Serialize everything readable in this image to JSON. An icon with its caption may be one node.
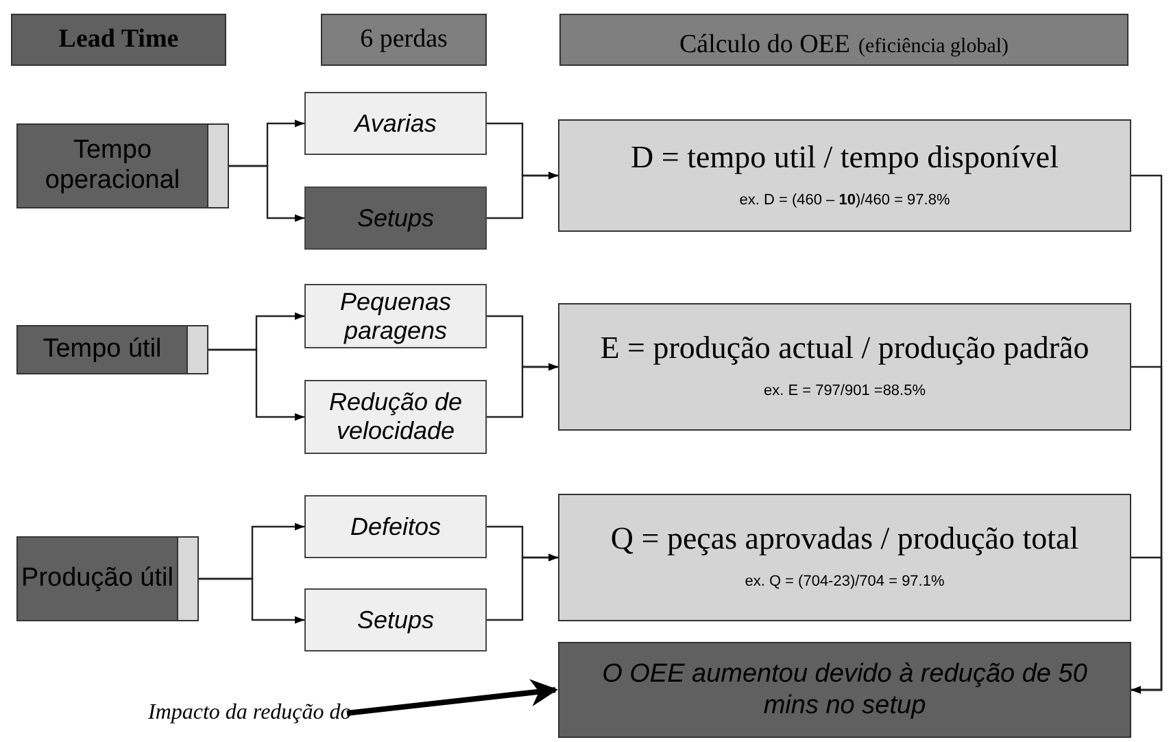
{
  "diagram": {
    "nodes": [
      {
        "text": [
          "Lead Time"
        ]
      },
      {
        "text": [
          "6 perdas"
        ]
      },
      {
        "text": [
          "Cálculo do OEE",
          "(eficiência global)"
        ]
      },
      {
        "text": [
          "Tempo operacional"
        ]
      },
      {
        "text": [
          "Avarias"
        ]
      },
      {
        "text": [
          "Setups"
        ]
      },
      {
        "text": [
          "D = tempo util / tempo disponível",
          "ex. D = (460 – **10**)/460 = 97.8%"
        ]
      },
      {
        "text": [
          "Tempo útil"
        ]
      },
      {
        "text": [
          "Pequenas paragens"
        ]
      },
      {
        "text": [
          "Redução de velocidade"
        ]
      },
      {
        "text": [
          "E = produção actual / produção padrão",
          "ex. E = 797/901 =88.5%"
        ]
      },
      {
        "text": [
          "Produção útil"
        ]
      },
      {
        "text": [
          "Defeitos"
        ]
      },
      {
        "text": [
          "Setups"
        ]
      },
      {
        "text": [
          "Q = peças aprovadas / produção total",
          "ex. Q = (704-23)/704 = 97.1%"
        ]
      },
      {
        "text": [
          "O OEE aumentou devido à redução de 50 mins no setup"
        ]
      },
      {
        "text": [
          "Impacto da redução do"
        ]
      }
    ],
    "edges": [
      {
        "from": 3,
        "to": 4,
        "arrow": "to"
      },
      {
        "from": 3,
        "to": 5,
        "arrow": "to"
      },
      {
        "from": 4,
        "to": 6,
        "arrow": "to"
      },
      {
        "from": 5,
        "to": 6,
        "arrow": "to"
      },
      {
        "from": 7,
        "to": 8,
        "arrow": "to"
      },
      {
        "from": 7,
        "to": 9,
        "arrow": "to"
      },
      {
        "from": 8,
        "to": 10,
        "arrow": "to"
      },
      {
        "from": 9,
        "to": 10,
        "arrow": "to"
      },
      {
        "from": 11,
        "to": 12,
        "arrow": "to"
      },
      {
        "from": 11,
        "to": 13,
        "arrow": "to"
      },
      {
        "from": 12,
        "to": 14,
        "arrow": "to"
      },
      {
        "from": 13,
        "to": 14,
        "arrow": "to"
      },
      {
        "from": 6,
        "to": 15,
        "arrow": "to"
      },
      {
        "from": 10,
        "to": 15,
        "arrow": "to"
      },
      {
        "from": 14,
        "to": 15,
        "arrow": "to"
      },
      {
        "from": 16,
        "to": 15,
        "arrow": "to",
        "style": "thick"
      }
    ]
  }
}
